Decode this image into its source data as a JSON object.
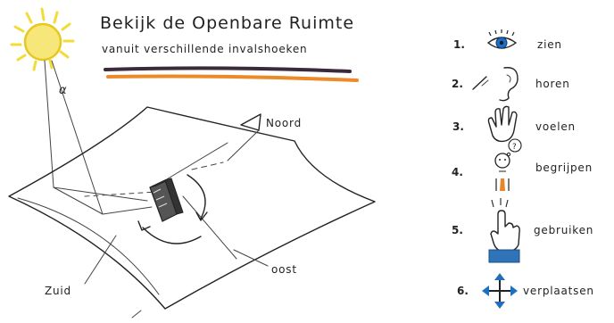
{
  "title": "Bekijk de Openbare Ruimte",
  "subtitle": "vanuit verschillende invalshoeken",
  "angle_label": "α",
  "directions": {
    "north": "Noord",
    "east": "oost",
    "south": "Zuid"
  },
  "perspectives": [
    {
      "number": "1.",
      "label": "zien",
      "icon": "eye-icon"
    },
    {
      "number": "2.",
      "label": "horen",
      "icon": "ear-icon"
    },
    {
      "number": "3.",
      "label": "voelen",
      "icon": "hand-icon"
    },
    {
      "number": "4.",
      "label": "begrijpen",
      "icon": "thinking-person-icon"
    },
    {
      "number": "5.",
      "label": "gebruiken",
      "icon": "pointing-hand-icon"
    },
    {
      "number": "6.",
      "label": "verplaatsen",
      "icon": "move-arrows-icon"
    }
  ],
  "colors": {
    "sun": "#f2dc3a",
    "underline_dark": "#3a2a3a",
    "underline_orange": "#ec8a2a",
    "eye_blue": "#1f6fc0",
    "sleeve_blue": "#2f73b8",
    "tie_orange": "#e8862c"
  }
}
